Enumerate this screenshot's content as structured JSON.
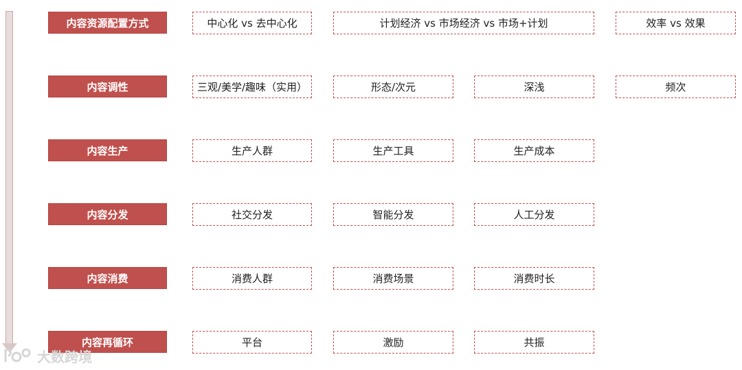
{
  "rows": [
    {
      "label": "内容资源配置方式",
      "items": [
        "中心化 vs 去中心化",
        "计划经济 vs 市场经济 vs 市场+计划",
        "效率 vs 效果"
      ]
    },
    {
      "label": "内容调性",
      "items": [
        "三观/美学/趣味（实用）",
        "形态/次元",
        "深浅",
        "频次"
      ]
    },
    {
      "label": "内容生产",
      "items": [
        "生产人群",
        "生产工具",
        "生产成本"
      ]
    },
    {
      "label": "内容分发",
      "items": [
        "社交分发",
        "智能分发",
        "人工分发"
      ]
    },
    {
      "label": "内容消费",
      "items": [
        "消费人群",
        "消费场景",
        "消费时长"
      ]
    },
    {
      "label": "内容再循环",
      "items": [
        "平台",
        "激励",
        "共振"
      ]
    }
  ],
  "watermark": {
    "text": "大数跨境",
    "logo": "watermark-logo"
  },
  "colors": {
    "label_bg": "#c0504d",
    "box_border": "#c0504d",
    "arrow": "#e8dcdc"
  }
}
